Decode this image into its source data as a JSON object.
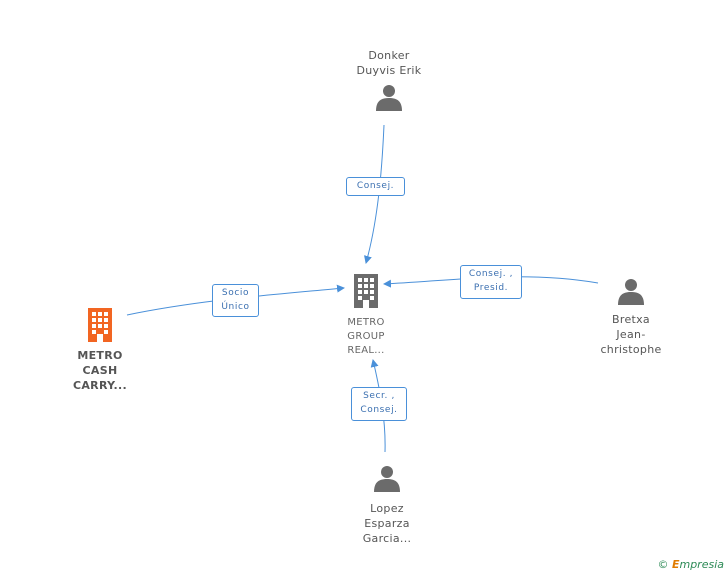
{
  "nodes": {
    "donker": {
      "line1": "Donker",
      "line2": "Duyvis Erik"
    },
    "center": {
      "line1": "METRO",
      "line2": "GROUP",
      "line3": "REAL..."
    },
    "metro_cash": {
      "line1": "METRO",
      "line2": "CASH",
      "line3": "CARRY..."
    },
    "bretxa": {
      "line1": "Bretxa",
      "line2": "Jean-",
      "line3": "christophe"
    },
    "lopez": {
      "line1": "Lopez",
      "line2": "Esparza",
      "line3": "Garcia..."
    }
  },
  "edges": {
    "donker": {
      "line1": "Consej."
    },
    "metro_cash": {
      "line1": "Socio",
      "line2": "Único"
    },
    "bretxa": {
      "line1": "Consej. ,",
      "line2": "Presid."
    },
    "lopez": {
      "line1": "Secr. ,",
      "line2": "Consej."
    }
  },
  "colors": {
    "edge": "#4a90d9",
    "person_icon": "#6b6b6b",
    "center_building": "#6b6b6b",
    "highlight_building": "#f26522"
  },
  "footer": {
    "copyright": "©",
    "brand_first": "E",
    "brand_rest": "mpresia"
  }
}
